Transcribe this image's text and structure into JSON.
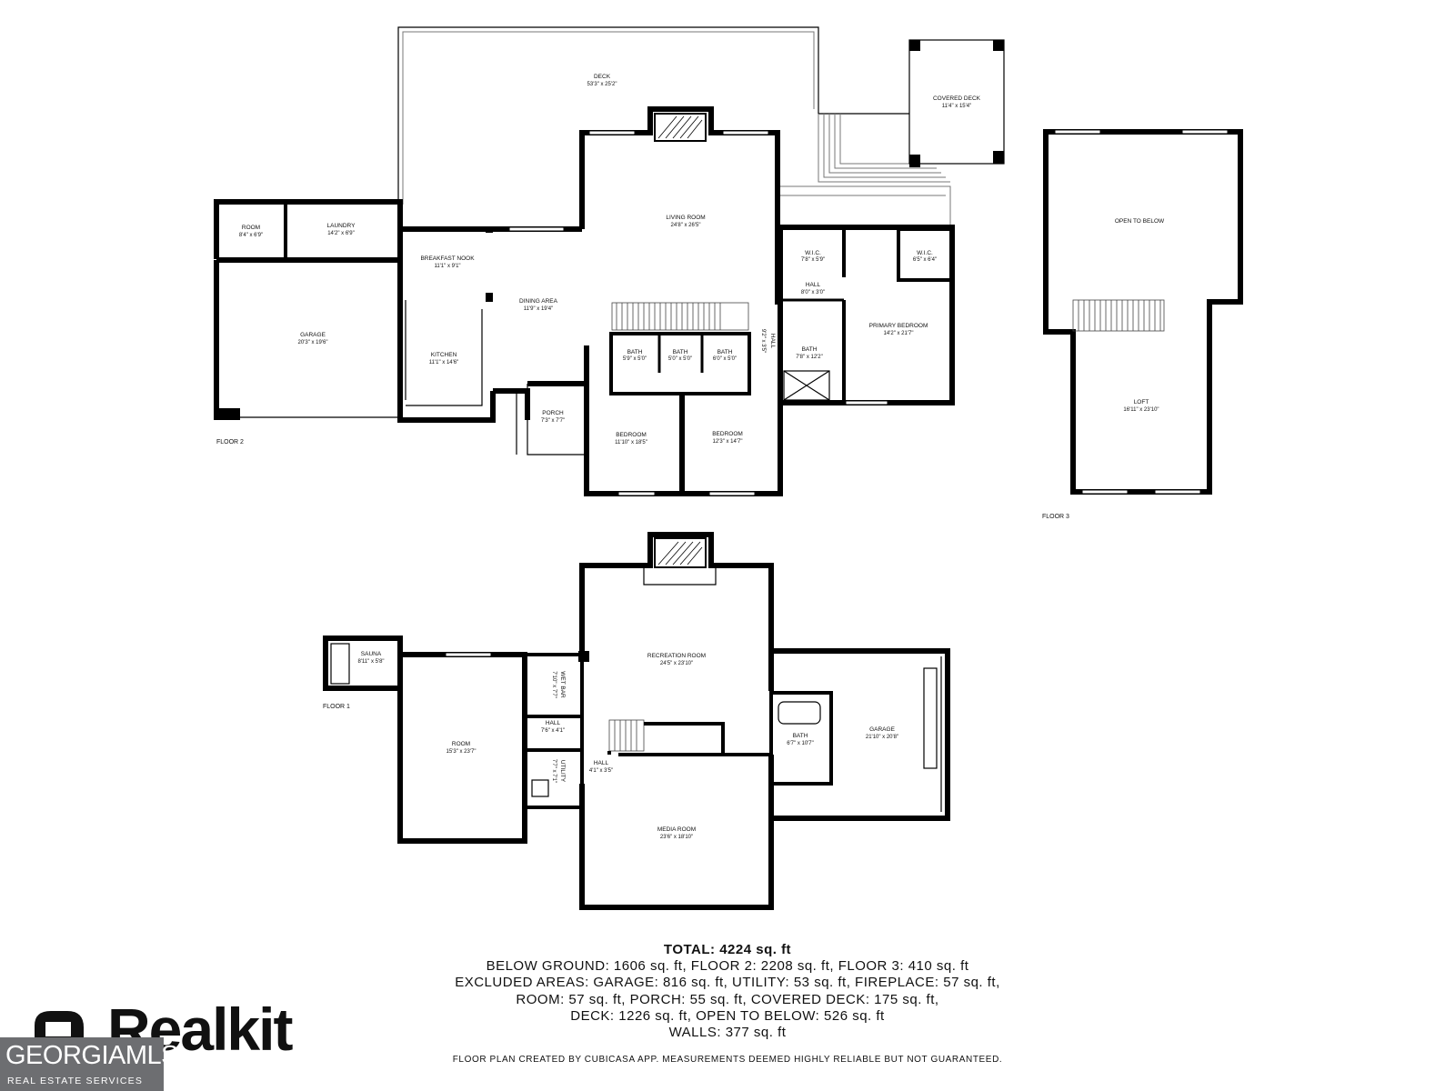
{
  "floors": {
    "floor2": "FLOOR 2",
    "floor3": "FLOOR 3",
    "floor1": "FLOOR 1"
  },
  "rooms": {
    "deck": {
      "name": "DECK",
      "dim": "53'3\" x 25'2\""
    },
    "covered_deck": {
      "name": "COVERED DECK",
      "dim": "11'4\" x 15'4\""
    },
    "living_room": {
      "name": "LIVING ROOM",
      "dim": "24'8\" x 26'5\""
    },
    "room2": {
      "name": "ROOM",
      "dim": "8'4\" x 6'9\""
    },
    "laundry": {
      "name": "LAUNDRY",
      "dim": "14'2\" x 6'9\""
    },
    "breakfast_nook": {
      "name": "BREAKFAST NOOK",
      "dim": "11'1\" x 9'1\""
    },
    "wic1": {
      "name": "W.I.C.",
      "dim": "7'8\" x 5'9\""
    },
    "wic2": {
      "name": "W.I.C.",
      "dim": "6'5\" x 6'4\""
    },
    "hall2": {
      "name": "HALL",
      "dim": "8'0\" x 3'0\""
    },
    "garage2": {
      "name": "GARAGE",
      "dim": "20'3\" x 19'6\""
    },
    "dining_area": {
      "name": "DINING AREA",
      "dim": "11'9\" x 19'4\""
    },
    "primary_bedroom": {
      "name": "PRIMARY BEDROOM",
      "dim": "14'2\" x 21'7\""
    },
    "bath_a": {
      "name": "BATH",
      "dim": "5'9\" x 5'0\""
    },
    "bath_b": {
      "name": "BATH",
      "dim": "5'0\" x 5'0\""
    },
    "bath_c": {
      "name": "BATH",
      "dim": "6'0\" x 5'0\""
    },
    "hall_vertical": {
      "name": "HALL",
      "dim": "9'2\" x 3'5\""
    },
    "bath_primary": {
      "name": "BATH",
      "dim": "7'8\" x 12'2\""
    },
    "kitchen": {
      "name": "KITCHEN",
      "dim": "11'1\" x 14'6\""
    },
    "porch": {
      "name": "PORCH",
      "dim": "7'3\" x 7'7\""
    },
    "bedroom1": {
      "name": "BEDROOM",
      "dim": "11'10\" x 18'5\""
    },
    "bedroom2": {
      "name": "BEDROOM",
      "dim": "12'3\" x 14'7\""
    },
    "open_to_below": {
      "name": "OPEN TO BELOW"
    },
    "loft": {
      "name": "LOFT",
      "dim": "16'11\" x 23'10\""
    },
    "sauna": {
      "name": "SAUNA",
      "dim": "8'11\" x 5'8\""
    },
    "recreation_room": {
      "name": "RECREATION ROOM",
      "dim": "24'5\" x 23'10\""
    },
    "wet_bar": {
      "name": "WET BAR",
      "dim": "7'10\" x 7'7\""
    },
    "garage1": {
      "name": "GARAGE",
      "dim": "21'10\" x 20'8\""
    },
    "hall1a": {
      "name": "HALL",
      "dim": "7'6\" x 4'1\""
    },
    "room1": {
      "name": "ROOM",
      "dim": "15'3\" x 23'7\""
    },
    "bath1": {
      "name": "BATH",
      "dim": "6'7\" x 10'7\""
    },
    "hall1b": {
      "name": "HALL",
      "dim": "4'1\" x 3'5\""
    },
    "utility": {
      "name": "UTILITY",
      "dim": "7'7\" x 7'1\""
    },
    "media_room": {
      "name": "MEDIA ROOM",
      "dim": "23'6\" x 18'10\""
    }
  },
  "summary": {
    "total": "TOTAL: 4224 sq. ft",
    "line1": "BELOW GROUND: 1606 sq. ft, FLOOR 2: 2208 sq. ft, FLOOR 3: 410 sq. ft",
    "line2": "EXCLUDED AREAS: GARAGE: 816 sq. ft, UTILITY: 53 sq. ft, FIREPLACE: 57 sq. ft,",
    "line3": "ROOM: 57 sq. ft, PORCH: 55 sq. ft, COVERED DECK: 175 sq. ft,",
    "line4": "DECK: 1226 sq. ft, OPEN TO BELOW: 526 sq. ft",
    "line5": "WALLS: 377 sq. ft"
  },
  "disclaimer": "FLOOR PLAN CREATED BY CUBICASA APP. MEASUREMENTS DEEMED HIGHLY RELIABLE BUT NOT GUARANTEED.",
  "logos": {
    "realkit": "Realkit",
    "georgia_mls": "GEORGIAMLS",
    "georgia_mls_sub": "REAL ESTATE SERVICES"
  },
  "colors": {
    "wall": "#000000",
    "background": "#ffffff",
    "gmls_badge": "#6d6e71"
  }
}
